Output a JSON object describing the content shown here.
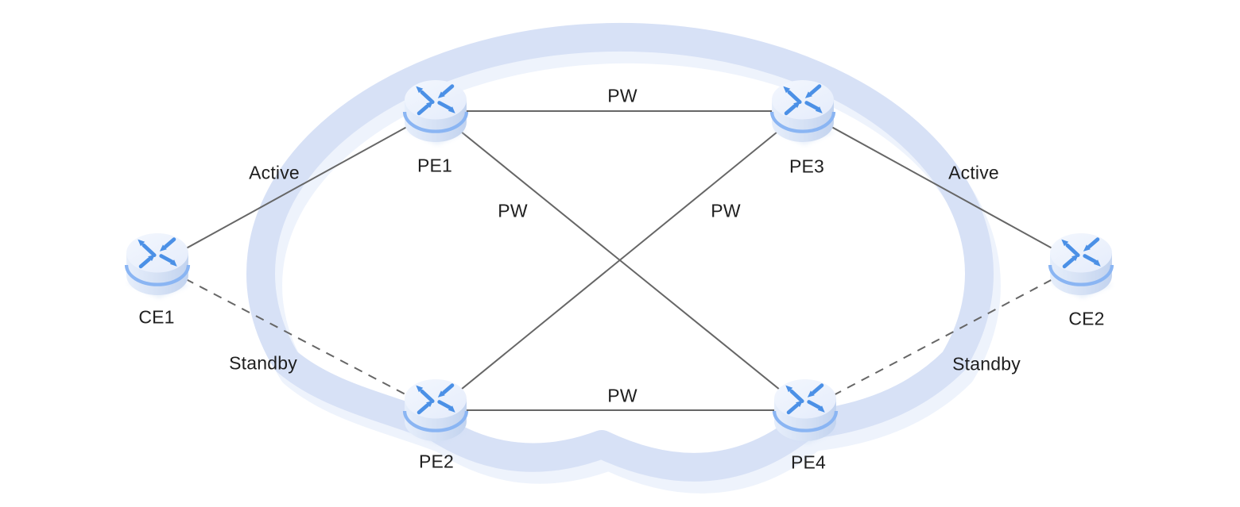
{
  "diagram": {
    "type": "network-topology",
    "cloud": {
      "description": "MPLS/PSN cloud ring",
      "band_color": "#d7e1f6"
    },
    "colors": {
      "link": "#666666",
      "label_text": "#1e1e1e",
      "router_arrow_blue": "#4b90e6",
      "router_stripe_blue": "#8ab5f3",
      "router_body_light": "#e3ebfa",
      "router_body_dark": "#c3d4ef"
    }
  },
  "nodes": [
    {
      "label": "CE1",
      "role": "customer-edge"
    },
    {
      "label": "PE1",
      "role": "provider-edge"
    },
    {
      "label": "PE2",
      "role": "provider-edge"
    },
    {
      "label": "PE3",
      "role": "provider-edge"
    },
    {
      "label": "PE4",
      "role": "provider-edge"
    },
    {
      "label": "CE2",
      "role": "customer-edge"
    }
  ],
  "links": [
    {
      "from": "CE1",
      "to": "PE1",
      "style": "solid",
      "label": "Active"
    },
    {
      "from": "CE1",
      "to": "PE2",
      "style": "dashed",
      "label": "Standby"
    },
    {
      "from": "PE1",
      "to": "PE3",
      "style": "solid",
      "label": "PW"
    },
    {
      "from": "PE1",
      "to": "PE4",
      "style": "solid",
      "label": "PW"
    },
    {
      "from": "PE2",
      "to": "PE3",
      "style": "solid",
      "label": "PW"
    },
    {
      "from": "PE2",
      "to": "PE4",
      "style": "solid",
      "label": "PW"
    },
    {
      "from": "PE3",
      "to": "CE2",
      "style": "solid",
      "label": "Active"
    },
    {
      "from": "PE4",
      "to": "CE2",
      "style": "dashed",
      "label": "Standby"
    }
  ]
}
